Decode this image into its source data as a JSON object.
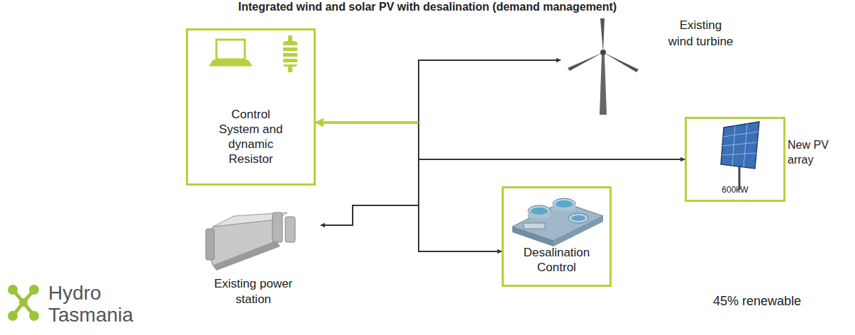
{
  "diagram": {
    "title": "Integrated wind and solar PV with desalination (demand management)",
    "nodes": [
      {
        "text": [
          "Control System and dynamic Resistor"
        ]
      },
      {
        "text": [
          "Existing wind turbine"
        ]
      },
      {
        "text": [
          "New PV array",
          "600kW"
        ]
      },
      {
        "text": [
          "Desalination Control"
        ]
      },
      {
        "text": [
          "Existing power station"
        ]
      }
    ],
    "edges": [
      {
        "from": 0,
        "to": 1,
        "arrow": "both"
      },
      {
        "from": 0,
        "to": 2,
        "arrow": "both"
      },
      {
        "from": 0,
        "to": 3,
        "arrow": "both"
      },
      {
        "from": 0,
        "to": 4,
        "arrow": "both"
      }
    ],
    "labels": [
      "Hydro Tasmania",
      "45% renewable"
    ]
  }
}
